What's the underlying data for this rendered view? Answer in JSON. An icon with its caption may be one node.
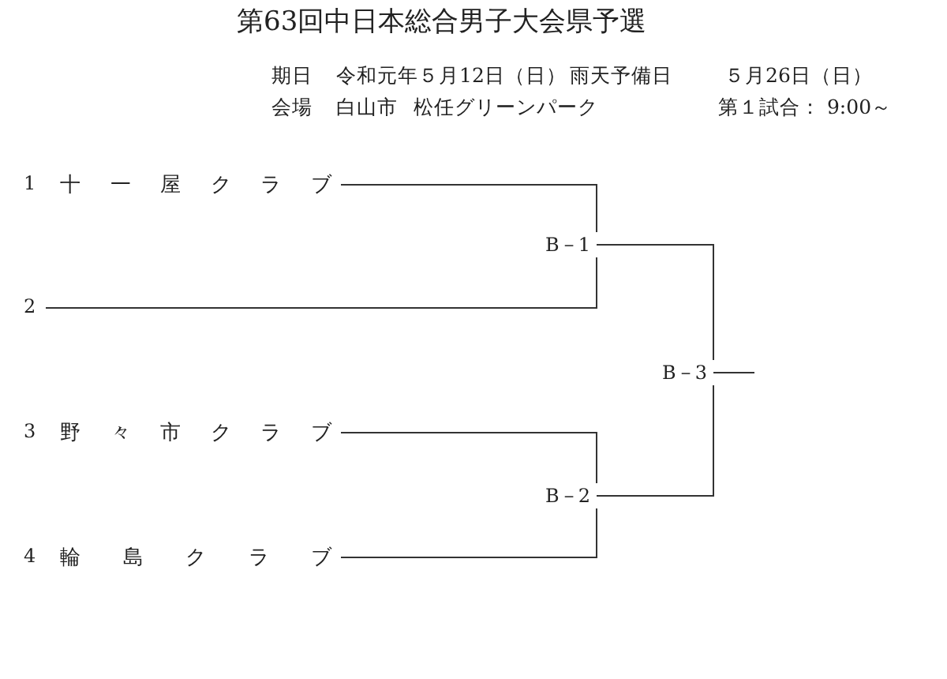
{
  "diagram": {
    "title": "第63回中日本総合男子大会県予選",
    "nodes": [
      {
        "text": [
          "1",
          "十一屋クラブ"
        ]
      },
      {
        "text": [
          "2"
        ]
      },
      {
        "text": [
          "3",
          "野々市クラブ"
        ]
      },
      {
        "text": [
          "4",
          "輪島クラブ"
        ]
      },
      {
        "text": [
          "B－1"
        ]
      },
      {
        "text": [
          "B－2"
        ]
      },
      {
        "text": [
          "B－3"
        ]
      }
    ],
    "edges": [
      {
        "from": 0,
        "to": 4,
        "arrow": "none"
      },
      {
        "from": 1,
        "to": 4,
        "arrow": "none"
      },
      {
        "from": 2,
        "to": 5,
        "arrow": "none"
      },
      {
        "from": 3,
        "to": 5,
        "arrow": "none"
      },
      {
        "from": 4,
        "to": 6,
        "arrow": "none"
      },
      {
        "from": 5,
        "to": 6,
        "arrow": "none"
      },
      {
        "from": 6,
        "to": null,
        "arrow": "none"
      }
    ],
    "labels": [
      "期日",
      "令和元年５月12日（日）",
      "雨天予備日",
      "５月26日（日）",
      "会場",
      "白山市",
      "松任グリーンパーク",
      "第１試合： 9:00～"
    ]
  }
}
